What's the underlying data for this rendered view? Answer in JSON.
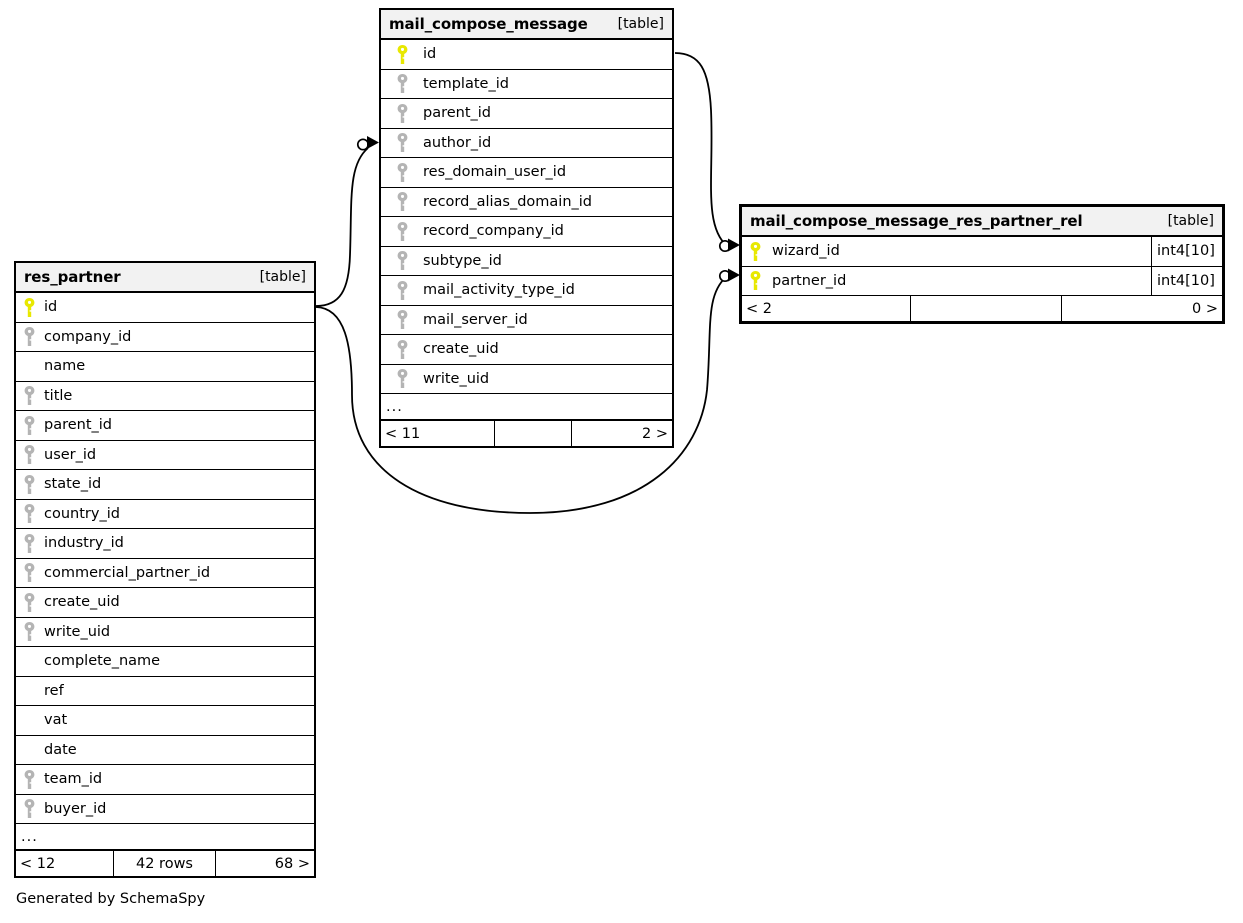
{
  "diagram": {
    "kind_label": "[table]",
    "ellipsis": "...",
    "caption": "Generated by SchemaSpy",
    "colors": {
      "primary_key": "#e8e800",
      "foreign_key": "#b4b4b4",
      "header_background": "#f2f2f2",
      "border": "#000000",
      "page_background": "#ffffff"
    }
  },
  "tables": [
    {
      "id": "res_partner",
      "name": "res_partner",
      "kind": "[table]",
      "columns": [
        {
          "name": "id",
          "key": "primary",
          "type": ""
        },
        {
          "name": "company_id",
          "key": "foreign",
          "type": ""
        },
        {
          "name": "name",
          "key": "none",
          "type": ""
        },
        {
          "name": "title",
          "key": "foreign",
          "type": ""
        },
        {
          "name": "parent_id",
          "key": "foreign",
          "type": ""
        },
        {
          "name": "user_id",
          "key": "foreign",
          "type": ""
        },
        {
          "name": "state_id",
          "key": "foreign",
          "type": ""
        },
        {
          "name": "country_id",
          "key": "foreign",
          "type": ""
        },
        {
          "name": "industry_id",
          "key": "foreign",
          "type": ""
        },
        {
          "name": "commercial_partner_id",
          "key": "foreign",
          "type": ""
        },
        {
          "name": "create_uid",
          "key": "foreign",
          "type": ""
        },
        {
          "name": "write_uid",
          "key": "foreign",
          "type": ""
        },
        {
          "name": "complete_name",
          "key": "none",
          "type": ""
        },
        {
          "name": "ref",
          "key": "none",
          "type": ""
        },
        {
          "name": "vat",
          "key": "none",
          "type": ""
        },
        {
          "name": "date",
          "key": "none",
          "type": ""
        },
        {
          "name": "team_id",
          "key": "foreign",
          "type": ""
        },
        {
          "name": "buyer_id",
          "key": "foreign",
          "type": ""
        }
      ],
      "has_ellipsis_row": true,
      "footer": {
        "left": "< 12",
        "center": "42 rows",
        "right": "68 >"
      }
    },
    {
      "id": "mail_compose_message",
      "name": "mail_compose_message",
      "kind": "[table]",
      "columns": [
        {
          "name": "id",
          "key": "primary",
          "type": ""
        },
        {
          "name": "template_id",
          "key": "foreign",
          "type": ""
        },
        {
          "name": "parent_id",
          "key": "foreign",
          "type": ""
        },
        {
          "name": "author_id",
          "key": "foreign",
          "type": ""
        },
        {
          "name": "res_domain_user_id",
          "key": "foreign",
          "type": ""
        },
        {
          "name": "record_alias_domain_id",
          "key": "foreign",
          "type": ""
        },
        {
          "name": "record_company_id",
          "key": "foreign",
          "type": ""
        },
        {
          "name": "subtype_id",
          "key": "foreign",
          "type": ""
        },
        {
          "name": "mail_activity_type_id",
          "key": "foreign",
          "type": ""
        },
        {
          "name": "mail_server_id",
          "key": "foreign",
          "type": ""
        },
        {
          "name": "create_uid",
          "key": "foreign",
          "type": ""
        },
        {
          "name": "write_uid",
          "key": "foreign",
          "type": ""
        }
      ],
      "has_ellipsis_row": true,
      "footer": {
        "left": "< 11",
        "center": "",
        "right": "2 >"
      }
    },
    {
      "id": "mail_compose_message_res_partner_rel",
      "name": "mail_compose_message_res_partner_rel",
      "kind": "[table]",
      "columns": [
        {
          "name": "wizard_id",
          "key": "primary",
          "type": "int4[10]"
        },
        {
          "name": "partner_id",
          "key": "primary",
          "type": "int4[10]"
        }
      ],
      "has_ellipsis_row": false,
      "footer": {
        "left": "< 2",
        "center": "",
        "right": "0 >"
      }
    }
  ],
  "relationships": [
    {
      "name": "mail_compose_message_author_id_to_res_partner_id",
      "from_table": "res_partner",
      "from_column": "id",
      "to_table": "mail_compose_message",
      "to_column": "author_id"
    },
    {
      "name": "rel_wizard_id_to_mail_compose_message_id",
      "from_table": "mail_compose_message",
      "from_column": "id",
      "to_table": "mail_compose_message_res_partner_rel",
      "to_column": "wizard_id"
    },
    {
      "name": "rel_partner_id_to_res_partner_id",
      "from_table": "res_partner",
      "from_column": "id",
      "to_table": "mail_compose_message_res_partner_rel",
      "to_column": "partner_id"
    }
  ]
}
